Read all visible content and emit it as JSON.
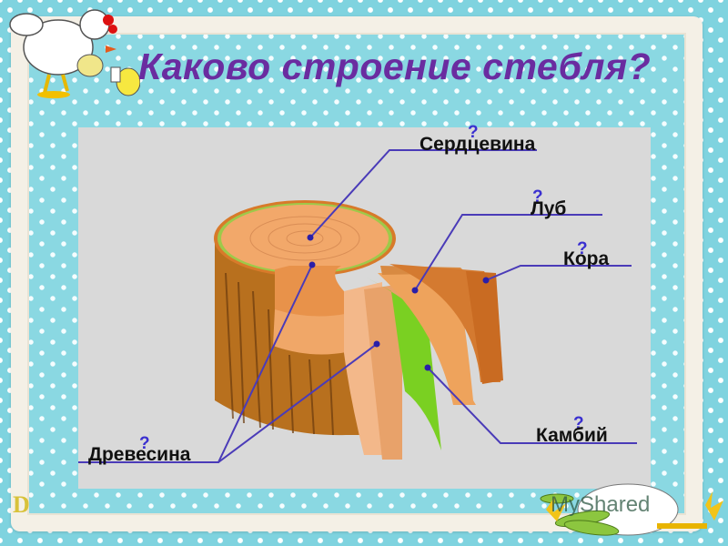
{
  "slide": {
    "title": "Каково строение стебля?",
    "labels": {
      "pith": "Сердцевина",
      "phloem": "Луб",
      "bark": "Кора",
      "cambium": "Камбий",
      "wood": "Древесина"
    },
    "question_mark": "?",
    "watermark": "MyShared",
    "corner_logo": "D"
  },
  "colors": {
    "title": "#6a2ca0",
    "leader_lines": "#4a3bb8",
    "panel": "#d9d9d9",
    "background": "#7fd3df"
  }
}
